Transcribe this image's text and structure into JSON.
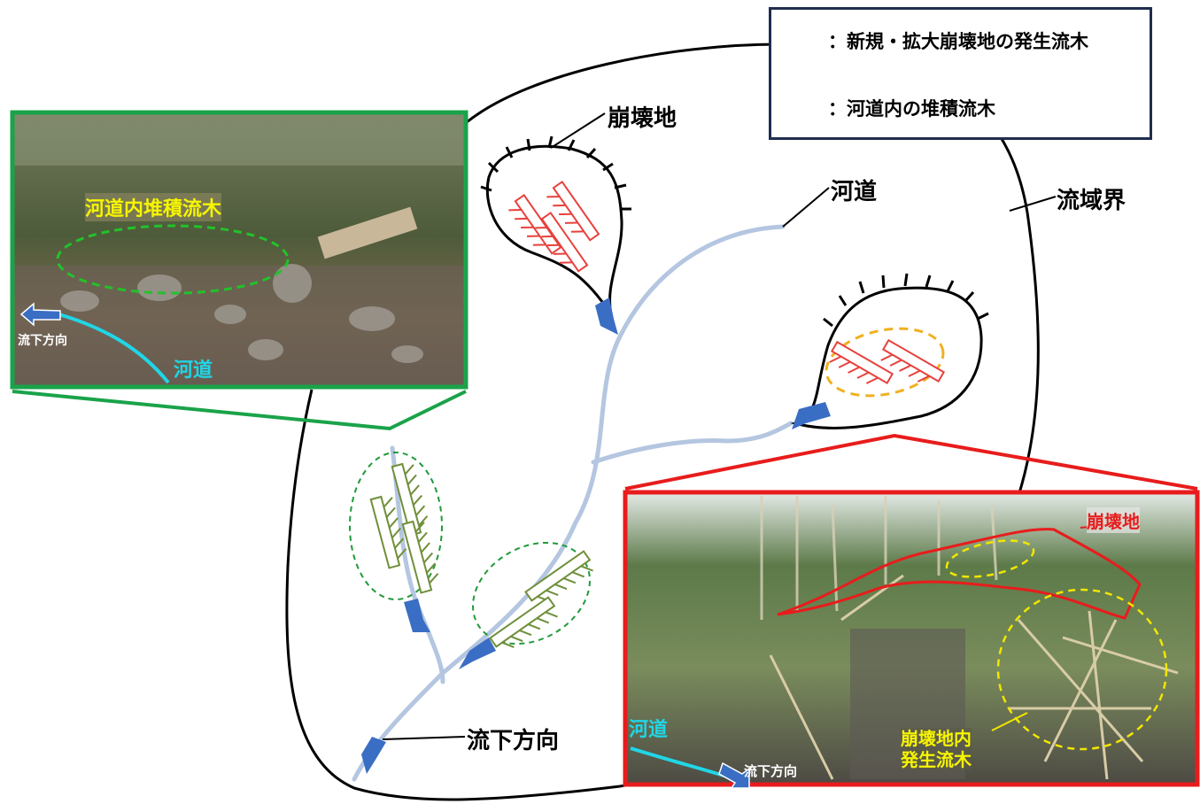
{
  "legend": {
    "new_collapse_wood": "：新規・拡大崩壊地の発生流木",
    "channel_wood": "：河道内の堆積流木"
  },
  "labels": {
    "collapse": "崩壊地",
    "channel": "河道",
    "watershed_boundary": "流域界",
    "flow_direction": "流下方向"
  },
  "photo_left": {
    "wood_label": "河道内堆積流木",
    "flow_label": "流下方向",
    "channel_label": "河道"
  },
  "photo_right": {
    "collapse_label": "崩壊地",
    "channel_label": "河道",
    "flow_label": "流下方向",
    "wood_label_line1": "崩壊地内",
    "wood_label_line2": "発生流木"
  },
  "colors": {
    "new_wood": "#e8413c",
    "channel_wood": "#6f8f3a",
    "channel_line": "#b4c6e0",
    "arrow": "#3a6ec4",
    "green_frame": "#1aa34a",
    "red_frame": "#e81c1c",
    "orange_ellipse": "#f0b020",
    "cyan": "#20d6e6",
    "yellow": "#f7f500"
  }
}
